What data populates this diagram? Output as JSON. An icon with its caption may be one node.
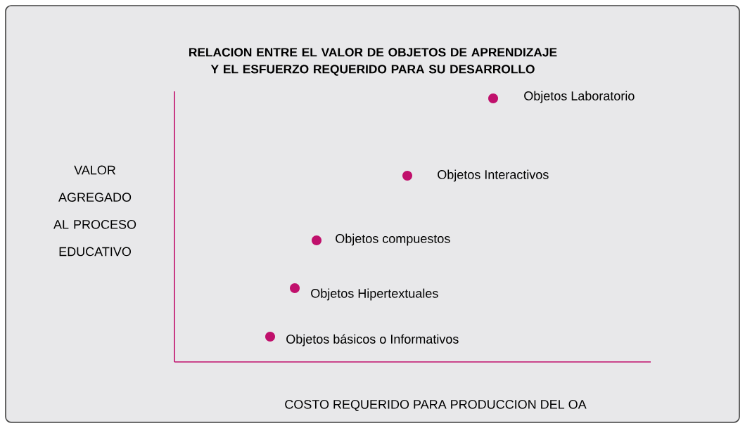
{
  "diagram": {
    "title": "RELACION ENTRE EL VALOR DE OBJETOS DE APRENDIZAJE Y EL ESFUERZO REQUERIDO PARA SU DESARROLLO",
    "nodes": [
      {
        "text": [],
        "shape": "circle",
        "beside": [
          "Objetos Laboratorio"
        ]
      },
      {
        "text": [],
        "shape": "circle",
        "beside": [
          "Objetos Interactivos"
        ]
      },
      {
        "text": [],
        "shape": "circle",
        "beside": [
          "Objetos compuestos"
        ]
      },
      {
        "text": [],
        "shape": "circle",
        "beside": [
          "Objetos Hipertextuales"
        ]
      },
      {
        "text": [],
        "shape": "circle",
        "beside": [
          "Objetos básicos o Informativos"
        ]
      }
    ],
    "edges": [],
    "labels": [
      "VALOR AGREGADO AL PROCESO EDUCATIVO",
      "COSTO REQUERIDO PARA PRODUCCION DEL OA"
    ]
  }
}
